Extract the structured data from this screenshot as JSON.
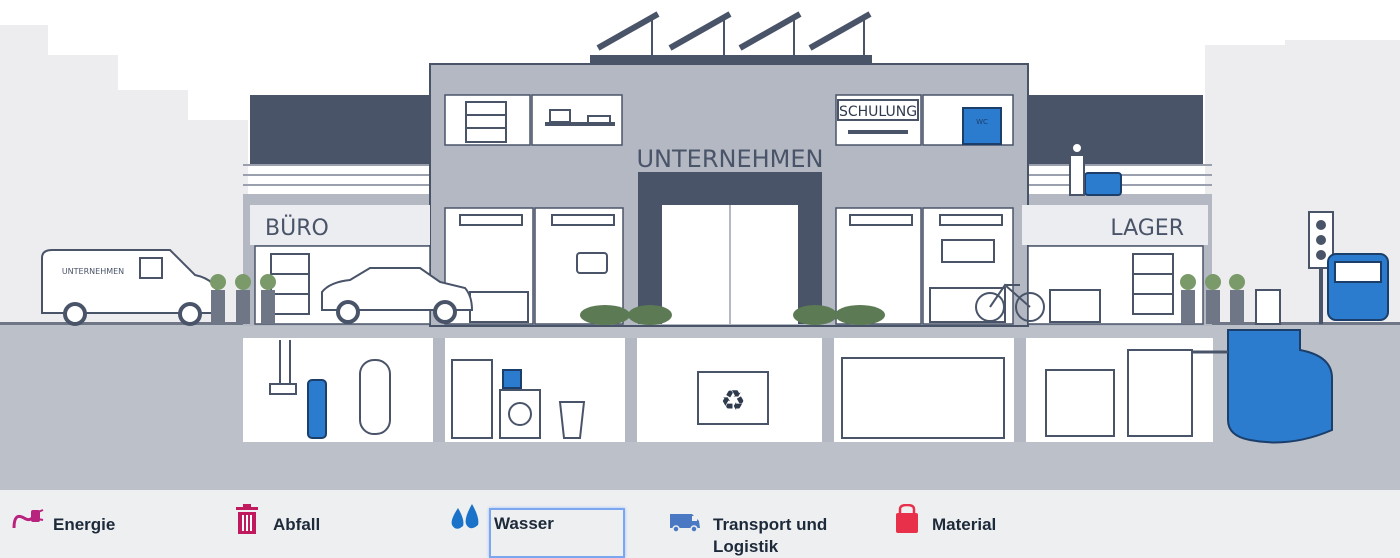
{
  "scene": {
    "building_sign": "UNTERNEHMEN",
    "office_sign": "BÜRO",
    "warehouse_sign": "LAGER",
    "training_sign": "SCHULUNG",
    "wc_sign": "WC",
    "van_label": "UNTERNEHMEN"
  },
  "nav": {
    "items": [
      {
        "label": "Energie",
        "icon": "plug-icon",
        "color": "#b8237e"
      },
      {
        "label": "Abfall",
        "icon": "trash-icon",
        "color": "#c0195e"
      },
      {
        "label": "Wasser",
        "icon": "water-drops-icon",
        "color": "#1a73c8",
        "active": true
      },
      {
        "label": "Transport und Logistik",
        "line1": "Transport und",
        "line2": "Logistik",
        "icon": "van-icon",
        "color": "#4a78c2"
      },
      {
        "label": "Material",
        "icon": "material-bag-icon",
        "color": "#e8304a"
      }
    ]
  },
  "colors": {
    "accent_blue": "#2b7ccf",
    "building_gray": "#b4b8c3",
    "dark_slate": "#4a5469",
    "ground": "#bcc0c9"
  }
}
